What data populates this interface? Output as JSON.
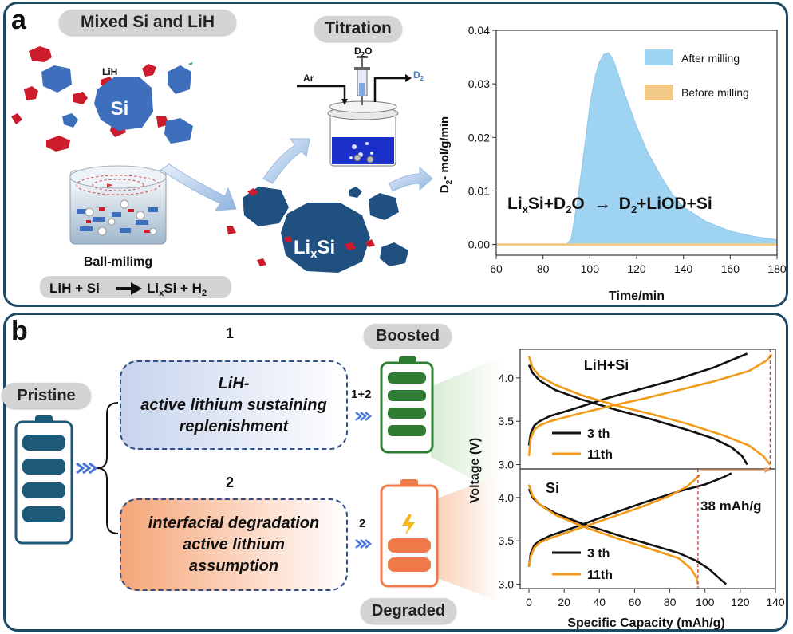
{
  "panel_a": {
    "label": "a",
    "mixed_title": "Mixed Si and LiH",
    "lih_label": "LiH",
    "si_label": "Si",
    "ball_mill_label": "Ball-milimg",
    "reaction1": {
      "lhs": "LiH + Si",
      "li": "Li",
      "x": "x",
      "si": "Si + H",
      "two": "2"
    },
    "lixsi": {
      "li": "Li",
      "x": "x",
      "si": "Si"
    },
    "titration_title": "Titration",
    "d2o": {
      "d": "D",
      "two": "2",
      "o": "O"
    },
    "ar_label": "Ar",
    "d2_out": {
      "d": "D",
      "two": "2"
    }
  },
  "chart_a": {
    "legend_after": "After milling",
    "legend_before": "Before milling",
    "ylabel": {
      "d": "D",
      "sub": "2",
      "rest": "- mol/g/min"
    },
    "xlabel": "Time/min",
    "equation": {
      "li": "Li",
      "x": "x",
      "si": "Si+D",
      "two": "2",
      "o": "O",
      "arrow": "→",
      "d": "D",
      "two2": "2",
      "rest": "+LiOD+Si"
    },
    "colors": {
      "after": "#9fd3f2",
      "before": "#f3c98a"
    }
  },
  "panel_b": {
    "label": "b",
    "pristine": "Pristine",
    "step1_number": "1",
    "step1_lines": [
      "LiH-",
      "active lithium sustaining",
      "replenishment"
    ],
    "step2_number": "2",
    "step2_lines": [
      "interfacial degradation",
      "active lithium",
      "assumption"
    ],
    "arrow1_label": "1+2",
    "arrow2_label": "2",
    "boosted": "Boosted",
    "degraded": "Degraded"
  },
  "chart_b": {
    "top_label": "LiH+Si",
    "bottom_label": "Si",
    "legend": [
      "3 th",
      "11th"
    ],
    "ylabel": "Voltage (V)",
    "xlabel": "Specific Capacity (mAh/g)",
    "annotation": "38 mAh/g",
    "colors": {
      "c3": "#111111",
      "c11": "#f29a1a"
    }
  },
  "chart_data": [
    {
      "type": "area",
      "xlabel": "Time/min",
      "ylabel": "D2- mol/g/min",
      "xlim": [
        60,
        180
      ],
      "ylim": [
        -0.002,
        0.04
      ],
      "xticks": [
        60,
        80,
        100,
        120,
        140,
        160,
        180
      ],
      "yticks": [
        0.0,
        0.01,
        0.02,
        0.03,
        0.04
      ],
      "legend_position": "top-right",
      "series": [
        {
          "name": "After milling",
          "x": [
            60,
            90,
            92,
            95,
            98,
            100,
            102,
            104,
            106,
            108,
            110,
            112,
            115,
            120,
            125,
            130,
            135,
            140,
            150,
            160,
            170,
            180
          ],
          "y": [
            0,
            0,
            0.001,
            0.009,
            0.019,
            0.026,
            0.031,
            0.034,
            0.0355,
            0.0358,
            0.0345,
            0.032,
            0.028,
            0.022,
            0.017,
            0.013,
            0.0095,
            0.007,
            0.0042,
            0.0025,
            0.0015,
            0.0009
          ]
        },
        {
          "name": "Before milling",
          "x": [
            60,
            90,
            120,
            150,
            180
          ],
          "y": [
            0,
            0,
            0,
            0,
            0
          ]
        }
      ]
    },
    {
      "type": "line",
      "title": "LiH+Si",
      "xlim": [
        -5,
        140
      ],
      "ylim": [
        2.95,
        4.33
      ],
      "yticks": [
        3.0,
        3.5,
        4.0
      ],
      "series": [
        {
          "name": "3 th",
          "charge": {
            "x": [
              0,
              1,
              3,
              6,
              12,
              25,
              45,
              65,
              85,
              105,
              118,
              124
            ],
            "y": [
              3.22,
              3.36,
              3.45,
              3.5,
              3.56,
              3.64,
              3.77,
              3.88,
              3.99,
              4.12,
              4.23,
              4.28
            ]
          },
          "discharge": {
            "x": [
              0,
              2,
              6,
              15,
              30,
              50,
              70,
              90,
              105,
              115,
              121,
              124
            ],
            "y": [
              4.15,
              4.06,
              3.97,
              3.86,
              3.75,
              3.63,
              3.52,
              3.4,
              3.3,
              3.2,
              3.1,
              3.0
            ]
          }
        },
        {
          "name": "11th",
          "charge": {
            "x": [
              0,
              1,
              3,
              6,
              12,
              25,
              45,
              65,
              85,
              105,
              125,
              135,
              138
            ],
            "y": [
              3.1,
              3.3,
              3.4,
              3.45,
              3.5,
              3.57,
              3.67,
              3.76,
              3.86,
              3.96,
              4.08,
              4.2,
              4.27
            ]
          },
          "discharge": {
            "x": [
              0,
              2,
              6,
              15,
              30,
              50,
              70,
              90,
              110,
              125,
              133,
              137
            ],
            "y": [
              4.25,
              4.12,
              4.02,
              3.92,
              3.8,
              3.68,
              3.58,
              3.47,
              3.34,
              3.22,
              3.1,
              3.0
            ]
          }
        }
      ],
      "vline_x": 137
    },
    {
      "type": "line",
      "title": "Si",
      "xlabel": "Specific Capacity (mAh/g)",
      "ylabel": "Voltage (V)",
      "xlim": [
        -5,
        140
      ],
      "ylim": [
        2.95,
        4.33
      ],
      "xticks": [
        0,
        20,
        40,
        60,
        80,
        100,
        120,
        140
      ],
      "yticks": [
        3.0,
        3.5,
        4.0
      ],
      "annotation": "38 mAh/g",
      "series": [
        {
          "name": "3 th",
          "charge": {
            "x": [
              0,
              1,
              3,
              6,
              12,
              25,
              45,
              65,
              85,
              100,
              110,
              115
            ],
            "y": [
              3.2,
              3.36,
              3.45,
              3.5,
              3.56,
              3.65,
              3.8,
              3.94,
              4.07,
              4.15,
              4.23,
              4.28
            ]
          },
          "discharge": {
            "x": [
              0,
              2,
              6,
              15,
              30,
              50,
              70,
              85,
              95,
              102,
              108,
              112
            ],
            "y": [
              4.1,
              4.0,
              3.92,
              3.82,
              3.7,
              3.57,
              3.45,
              3.36,
              3.27,
              3.18,
              3.07,
              3.0
            ]
          }
        },
        {
          "name": "11th",
          "charge": {
            "x": [
              0,
              1,
              3,
              6,
              12,
              25,
              45,
              65,
              80,
              90,
              95,
              97
            ],
            "y": [
              3.2,
              3.32,
              3.42,
              3.48,
              3.53,
              3.62,
              3.76,
              3.9,
              4.02,
              4.13,
              4.22,
              4.26
            ]
          },
          "discharge": {
            "x": [
              0,
              2,
              6,
              15,
              30,
              50,
              70,
              85,
              92,
              95,
              96
            ],
            "y": [
              4.15,
              4.02,
              3.92,
              3.8,
              3.67,
              3.53,
              3.4,
              3.3,
              3.18,
              3.08,
              3.0
            ]
          }
        }
      ],
      "vline_x": 96
    }
  ]
}
